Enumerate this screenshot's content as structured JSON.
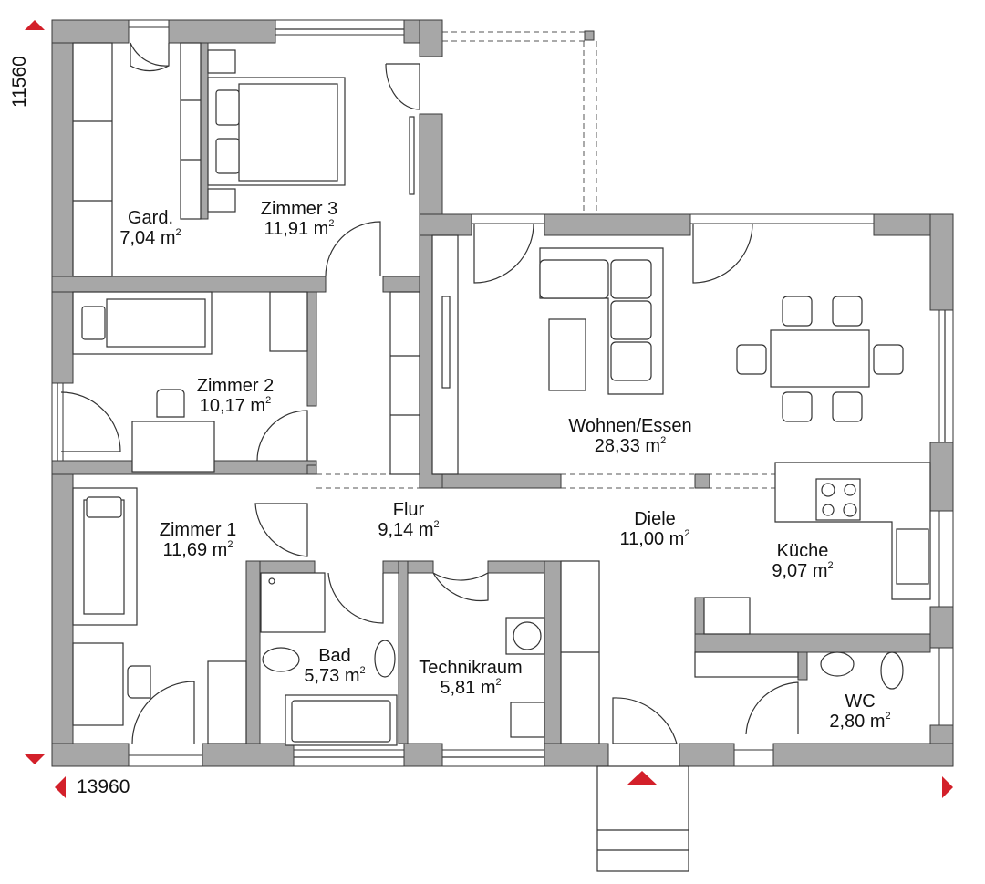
{
  "dimensions": {
    "height": "11560",
    "width": "13960"
  },
  "area_unit": "m",
  "area_exponent": "2",
  "rooms": [
    {
      "name": "Gard.",
      "area": "7,04"
    },
    {
      "name": "Zimmer 3",
      "area": "11,91"
    },
    {
      "name": "Zimmer 2",
      "area": "10,17"
    },
    {
      "name": "Wohnen/Essen",
      "area": "28,33"
    },
    {
      "name": "Zimmer 1",
      "area": "11,69"
    },
    {
      "name": "Flur",
      "area": "9,14"
    },
    {
      "name": "Diele",
      "area": "11,00"
    },
    {
      "name": "Küche",
      "area": "9,07"
    },
    {
      "name": "Bad",
      "area": "5,73"
    },
    {
      "name": "Technikraum",
      "area": "5,81"
    },
    {
      "name": "WC",
      "area": "2,80"
    }
  ],
  "colors": {
    "wall": "#a7a7a7",
    "marker": "#d3202a"
  }
}
